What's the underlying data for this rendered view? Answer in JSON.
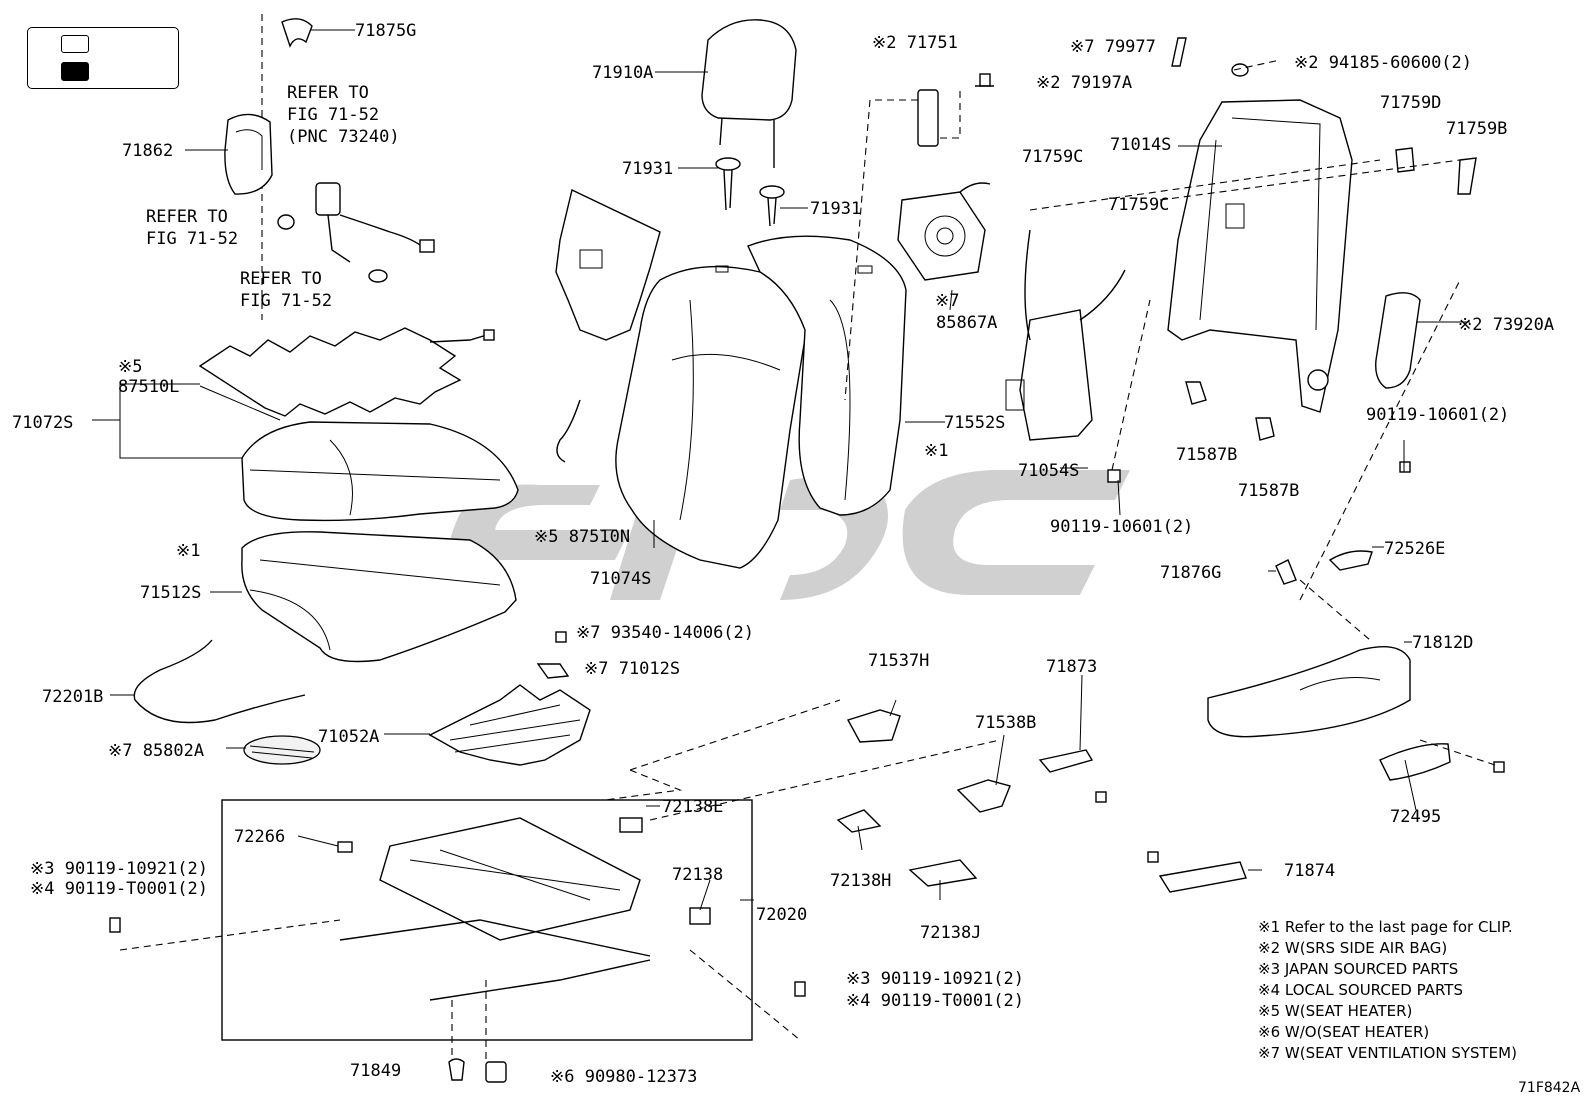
{
  "parts": {
    "p71875G": "71875G",
    "p71862": "71862",
    "refer1a": "REFER TO",
    "refer1b": "FIG 71-52",
    "refer1c": "(PNC 73240)",
    "refer2a": "REFER TO",
    "refer2b": "FIG 71-52",
    "refer3a": "REFER TO",
    "refer3b": "FIG 71-52",
    "p71910A": "71910A",
    "p71931a": "71931",
    "p71931b": "71931",
    "p71751": "※2 71751",
    "p79197A": "※2 79197A",
    "p79977": "※7 79977",
    "p94185": "※2 94185-60600(2)",
    "p71759D": "71759D",
    "p71759B": "71759B",
    "p71014S": "71014S",
    "p71759C1": "71759C",
    "p71759C2": "71759C",
    "p85867A_note": "※7",
    "p85867A": "85867A",
    "p73920A": "※2 73920A",
    "p87510L_note": "※5",
    "p87510L": "87510L",
    "p71072S": "71072S",
    "p71552S": "71552S",
    "p90119_10601a": "90119-10601(2)",
    "p71587B1": "71587B",
    "p71587B2": "71587B",
    "p71054S": "71054S",
    "clip1": "※1",
    "clip2": "※1",
    "p90119_10601b": "90119-10601(2)",
    "p87510N": "※5 87510N",
    "p71074S": "71074S",
    "p72526E": "72526E",
    "p71876G": "71876G",
    "p71512S": "71512S",
    "p93540": "※7 93540-14006(2)",
    "p71012S": "※7 71012S",
    "p71812D": "71812D",
    "p72201B": "72201B",
    "p71537H": "71537H",
    "p71873": "71873",
    "p71052A": "71052A",
    "p71538B": "71538B",
    "p85802A": "※7 85802A",
    "p72495": "72495",
    "p72138E": "72138E",
    "p72266": "72266",
    "p72138H": "72138H",
    "p71874": "71874",
    "p90119_10921a": "※3 90119-10921(2)",
    "p90119_T0001a": "※4 90119-T0001(2)",
    "p72138": "72138",
    "p72020": "72020",
    "p72138J": "72138J",
    "p90119_10921b": "※3 90119-10921(2)",
    "p90119_T0001b": "※4 90119-T0001(2)",
    "p71849": "71849",
    "p90980": "※6 90980-12373"
  },
  "notes": [
    "※1  Refer to the last page for CLIP.",
    "※2  W(SRS SIDE AIR BAG)",
    "※3  JAPAN SOURCED PARTS",
    "※4  LOCAL SOURCED PARTS",
    "※5  W(SEAT HEATER)",
    "※6  W/O(SEAT HEATER)",
    "※7  W(SEAT VENTILATION SYSTEM)"
  ],
  "figure_id": "71F842A",
  "colors": {
    "line": "#000000",
    "watermark": "#c8c8c8",
    "background": "#ffffff"
  }
}
